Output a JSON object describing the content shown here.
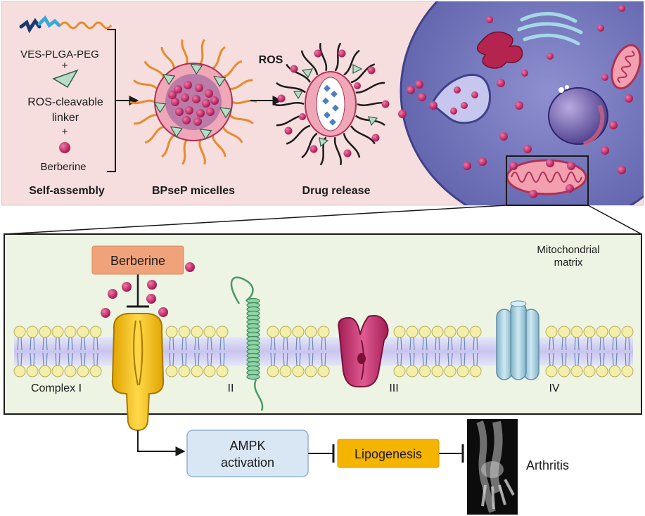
{
  "top_panel": {
    "components": {
      "polymer": "VES-PLGA-PEG",
      "plus1": "+",
      "linker_line1": "ROS-cleavable",
      "linker_line2": "linker",
      "plus2": "+",
      "drug": "Berberine"
    },
    "captions": {
      "self_assembly": "Self-assembly",
      "micelles": "BPseP micelles",
      "release": "Drug release"
    },
    "stimulus": "ROS"
  },
  "bottom_panel": {
    "berberine_box": "Berberine",
    "matrix_line1": "Mitochondrial",
    "matrix_line2": "matrix",
    "complexes": [
      "Complex I",
      "II",
      "III",
      "IV"
    ],
    "ampk_line1": "AMPK",
    "ampk_line2": "activation",
    "lipogenesis": "Lipogenesis",
    "outcome": "Arthritis"
  },
  "colors": {
    "top_bg": "#f6dede",
    "bottom_bg": "#eef4e4",
    "berberine_box": "#f0a37a",
    "lipogenesis_box": "#f4b400",
    "ampk_box": "#d9e6f4",
    "drug_dot": "#c2185b",
    "complex1": "#f6c300",
    "complex2": "#6fbf87",
    "complex3": "#c0306a",
    "complex4": "#a8cfe0"
  }
}
